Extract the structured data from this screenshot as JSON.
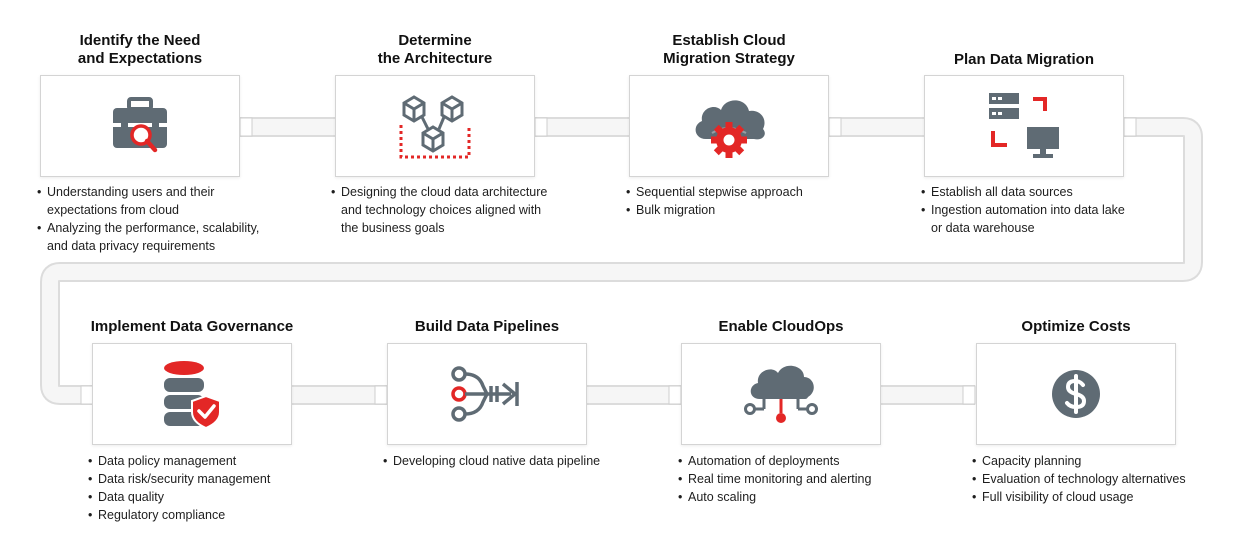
{
  "colors": {
    "accent": "#e32726",
    "icon_gray": "#5f6b74",
    "connector_border": "#dedede",
    "connector_fill": "#f3f3f3"
  },
  "steps": [
    {
      "title": "Identify the Need\nand Expectations",
      "icon": "toolbox-search-icon",
      "bullets": [
        "Understanding users and their\nexpectations from cloud",
        "Analyzing the performance, scalability,\nand data privacy requirements"
      ]
    },
    {
      "title": "Determine\nthe Architecture",
      "icon": "architecture-cubes-icon",
      "bullets": [
        "Designing the cloud data architecture\nand technology choices aligned with\nthe business goals"
      ]
    },
    {
      "title": "Establish Cloud\nMigration Strategy",
      "icon": "cloud-gear-icon",
      "bullets": [
        "Sequential stepwise approach",
        "Bulk migration"
      ]
    },
    {
      "title": "Plan Data Migration",
      "icon": "server-monitor-icon",
      "bullets": [
        "Establish all data sources",
        "Ingestion automation into data lake\nor data warehouse"
      ]
    },
    {
      "title": "Implement Data Governance",
      "icon": "database-shield-icon",
      "bullets": [
        "Data policy management",
        "Data risk/security management",
        "Data quality",
        "Regulatory compliance"
      ]
    },
    {
      "title": "Build Data Pipelines",
      "icon": "pipeline-arrow-icon",
      "bullets": [
        "Developing cloud native data pipeline"
      ]
    },
    {
      "title": "Enable CloudOps",
      "icon": "cloud-network-icon",
      "bullets": [
        "Automation of deployments",
        "Real time monitoring and alerting",
        "Auto scaling"
      ]
    },
    {
      "title": "Optimize Costs",
      "icon": "dollar-coin-icon",
      "bullets": [
        "Capacity planning",
        "Evaluation of technology alternatives",
        "Full visibility of cloud usage"
      ]
    }
  ]
}
